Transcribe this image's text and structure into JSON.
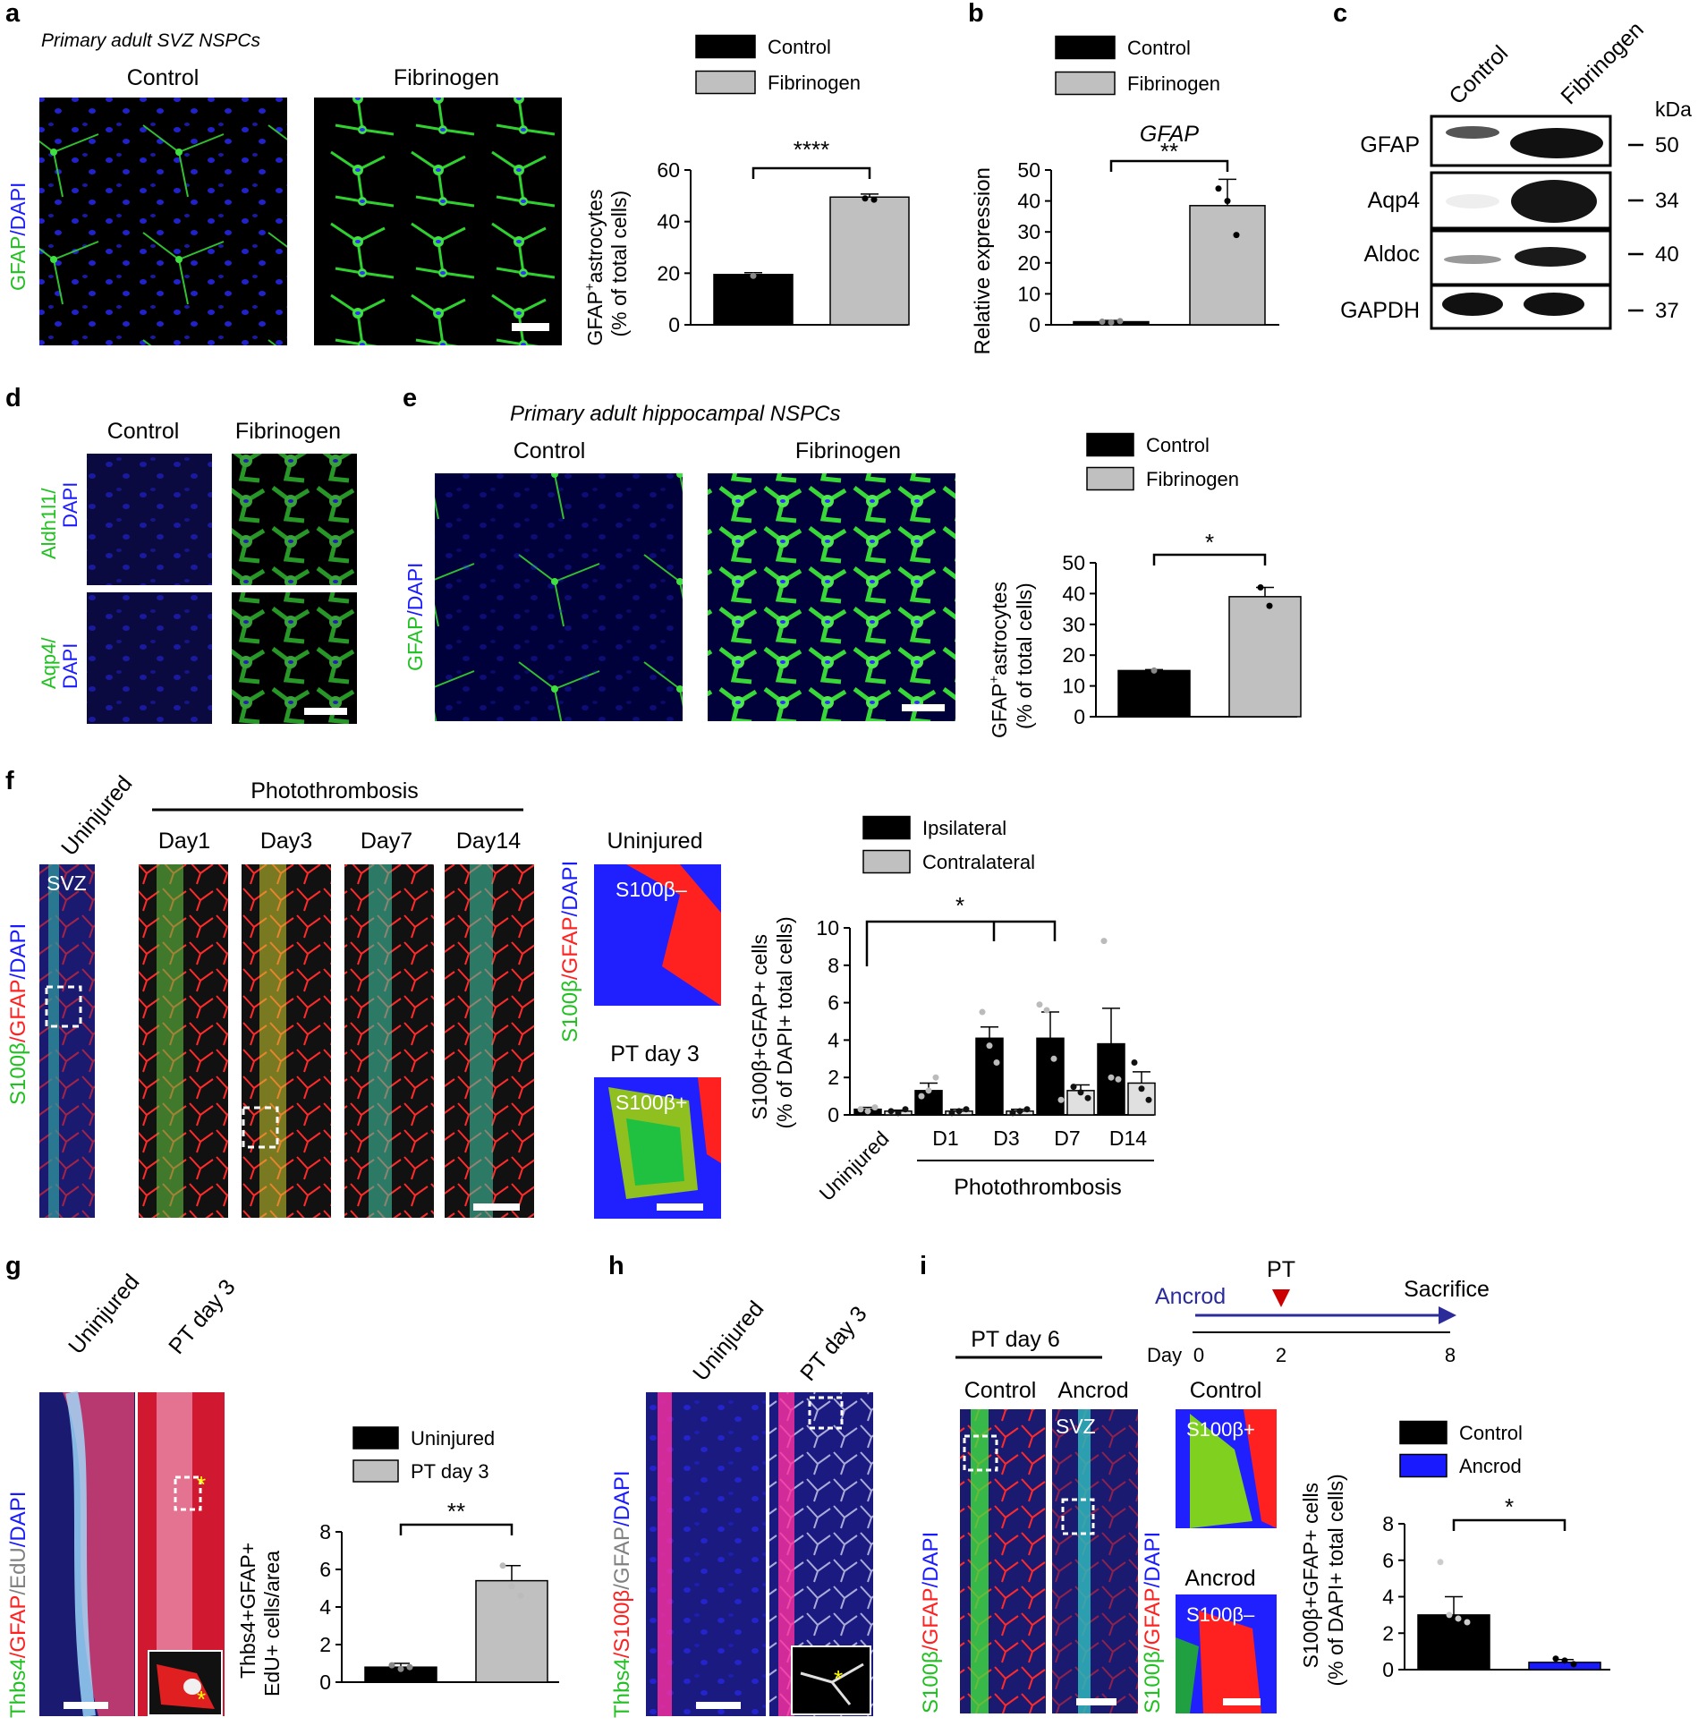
{
  "colors": {
    "control": "#000000",
    "treated": "#c0c0c0",
    "ancrod": "#1a1aff",
    "gfap_green": "#20c020",
    "dapi_blue": "#1a1aff",
    "red": "#ff2020",
    "grey_label": "#808080",
    "arrow_blue": "#2b2b9a",
    "marker_red": "#cc0000"
  },
  "panel_a": {
    "letter": "a",
    "subtitle": "Primary adult SVZ NSPCs",
    "col_control": "Control",
    "col_fibrinogen": "Fibrinogen",
    "stain_green": "GFAP",
    "stain_sep": "/",
    "stain_blue": "DAPI"
  },
  "panel_b": {
    "letter": "b"
  },
  "panel_c": {
    "letter": "c",
    "col_control": "Control",
    "col_fibrinogen": "Fibrinogen",
    "kda": "kDa",
    "rows": [
      {
        "label": "GFAP",
        "kda": "50"
      },
      {
        "label": "Aqp4",
        "kda": "34"
      },
      {
        "label": "Aldoc",
        "kda": "40"
      },
      {
        "label": "GAPDH",
        "kda": "37"
      }
    ]
  },
  "panel_d": {
    "letter": "d",
    "col_control": "Control",
    "col_fibrinogen": "Fibrinogen",
    "row1_green": "Aldh1l1/",
    "row1_blue": "DAPI",
    "row2_green": "Aqp4/",
    "row2_blue": "DAPI"
  },
  "panel_e": {
    "letter": "e",
    "subtitle": "Primary adult hippocampal NSPCs",
    "col_control": "Control",
    "col_fibrinogen": "Fibrinogen",
    "stain_green": "GFAP",
    "stain_sep": "/",
    "stain_blue": "DAPI"
  },
  "panel_f": {
    "letter": "f",
    "group_label": "Photothrombosis",
    "uninjured": "Uninjured",
    "days": [
      "Day1",
      "Day3",
      "Day7",
      "Day14"
    ],
    "svz": "SVZ",
    "zoom_top_title": "Uninjured",
    "zoom_top_label": "S100β–",
    "zoom_bottom_title": "PT day 3",
    "zoom_bottom_label": "S100β+",
    "stain_green": "S100β",
    "stain_red": "/GFAP",
    "stain_blue": "/DAPI"
  },
  "panel_g": {
    "letter": "g",
    "col_uninjured": "Uninjured",
    "col_pt": "PT day 3",
    "stain_green": "Thbs4",
    "stain_red": "/GFAP",
    "stain_grey": "/EdU",
    "stain_blue": "/DAPI",
    "asterisk": "*"
  },
  "panel_h": {
    "letter": "h",
    "col_uninjured": "Uninjured",
    "col_pt": "PT day 3",
    "stain_green": "Thbs4",
    "stain_red": "/S100β",
    "stain_grey": "/GFAP",
    "stain_blue": "/DAPI",
    "asterisk": "*"
  },
  "panel_i": {
    "letter": "i",
    "timeline_drug": "Ancrod",
    "timeline_pt": "PT",
    "timeline_end": "Sacrifice",
    "timeline_day": "Day",
    "timeline_ticks": [
      "0",
      "2",
      "8"
    ],
    "group_label": "PT day 6",
    "col_control": "Control",
    "col_ancrod": "Ancrod",
    "svz": "SVZ",
    "zoom_top_title": "Control",
    "zoom_top_label": "S100β+",
    "zoom_bottom_title": "Ancrod",
    "zoom_bottom_label": "S100β–",
    "stain_green": "S100β",
    "stain_red": "/GFAP",
    "stain_blue": "/DAPI"
  },
  "chart_data": [
    {
      "id": "a",
      "type": "bar",
      "title": "",
      "categories": [
        "Control",
        "Fibrinogen"
      ],
      "values": [
        19.5,
        49.5
      ],
      "errors": [
        0.7,
        1.2
      ],
      "points": [
        [
          19.0
        ],
        [
          49.0,
          48.5
        ]
      ],
      "ylim": [
        0,
        60
      ],
      "yticks": [
        0,
        20,
        40,
        60
      ],
      "ylabel_main": "GFAP",
      "ylabel_sup": "+",
      "ylabel_rest": "astrocytes",
      "ylabel2": "(% of  total cells)",
      "significance": "****",
      "legend": [
        "Control",
        "Fibrinogen"
      ]
    },
    {
      "id": "b",
      "type": "bar",
      "title": "GFAP",
      "categories": [
        "Control",
        "Fibrinogen"
      ],
      "values": [
        1.0,
        38.5
      ],
      "errors": [
        0.4,
        8.5
      ],
      "points": [
        [
          1.0,
          0.8,
          1.2
        ],
        [
          44.0,
          40.0,
          29.0
        ]
      ],
      "ylim": [
        0,
        50
      ],
      "yticks": [
        0,
        10,
        20,
        30,
        40,
        50
      ],
      "ylabel": "Relative expression",
      "significance": "**",
      "legend": [
        "Control",
        "Fibrinogen"
      ]
    },
    {
      "id": "e",
      "type": "bar",
      "title": "",
      "categories": [
        "Control",
        "Fibrinogen"
      ],
      "values": [
        15.0,
        39.0
      ],
      "errors": [
        0.3,
        3.0
      ],
      "points": [
        [
          15.0
        ],
        [
          42.0,
          36.0
        ]
      ],
      "ylim": [
        0,
        50
      ],
      "yticks": [
        0,
        10,
        20,
        30,
        40,
        50
      ],
      "ylabel_main": "GFAP",
      "ylabel_sup": "+",
      "ylabel_rest": "astrocytes",
      "ylabel2": "(% of  total cells)",
      "significance": "*",
      "legend": [
        "Control",
        "Fibrinogen"
      ]
    },
    {
      "id": "f",
      "type": "bar",
      "title": "",
      "categories": [
        "Uninjured",
        "D1",
        "D3",
        "D7",
        "D14"
      ],
      "group_label": "Photothrombosis",
      "series": [
        {
          "name": "Ipsilateral",
          "values": [
            0.3,
            1.3,
            4.1,
            4.1,
            3.8
          ],
          "errors": [
            0.1,
            0.4,
            0.6,
            1.4,
            1.9
          ],
          "points": [
            [
              0.3,
              0.2,
              0.4
            ],
            [
              1.0,
              1.3,
              2.0
            ],
            [
              5.5,
              3.7,
              2.8
            ],
            [
              5.9,
              5.6,
              3.0,
              0.8
            ],
            [
              9.3,
              2.0,
              1.9
            ]
          ]
        },
        {
          "name": "Contralateral",
          "values": [
            0.2,
            0.2,
            0.2,
            1.3,
            1.7
          ],
          "errors": [
            0.05,
            0.1,
            0.1,
            0.3,
            0.6
          ],
          "points": [
            [
              0.2,
              0.1,
              0.3
            ],
            [
              0.1,
              0.2,
              0.3
            ],
            [
              0.1,
              0.2,
              0.3
            ],
            [
              1.5,
              1.2,
              0.9
            ],
            [
              2.8,
              1.4,
              0.8
            ]
          ]
        }
      ],
      "ylim": [
        0,
        10
      ],
      "yticks": [
        0,
        2,
        4,
        6,
        8,
        10
      ],
      "ylabel": "S100β+GFAP+ cells",
      "ylabel2": "(% of DAPI+ total cells)",
      "significance": "*",
      "legend": [
        "Ipsilateral",
        "Contralateral"
      ]
    },
    {
      "id": "g",
      "type": "bar",
      "title": "",
      "categories": [
        "Uninjured",
        "PT day 3"
      ],
      "values": [
        0.8,
        5.4
      ],
      "errors": [
        0.2,
        0.8
      ],
      "points": [
        [
          0.9,
          0.7,
          0.8
        ],
        [
          6.2,
          5.1,
          4.6
        ]
      ],
      "ylim": [
        0,
        8
      ],
      "yticks": [
        0,
        2,
        4,
        6,
        8
      ],
      "ylabel": "Thbs4+GFAP+",
      "ylabel2": "EdU+ cells/area",
      "significance": "**",
      "legend": [
        "Uninjured",
        "PT day 3"
      ]
    },
    {
      "id": "i",
      "type": "bar",
      "title": "",
      "categories": [
        "Control",
        "Ancrod"
      ],
      "values": [
        3.0,
        0.4
      ],
      "errors": [
        1.0,
        0.15
      ],
      "points": [
        [
          5.9,
          3.0,
          2.8,
          2.6
        ],
        [
          0.6,
          0.5,
          0.3
        ]
      ],
      "ylim": [
        0,
        8
      ],
      "yticks": [
        0,
        2,
        4,
        6,
        8
      ],
      "ylabel": "S100β+GFAP+ cells",
      "ylabel2": "(% of DAPI+ total cells)",
      "significance": "*",
      "legend": [
        "Control",
        "Ancrod"
      ]
    }
  ]
}
